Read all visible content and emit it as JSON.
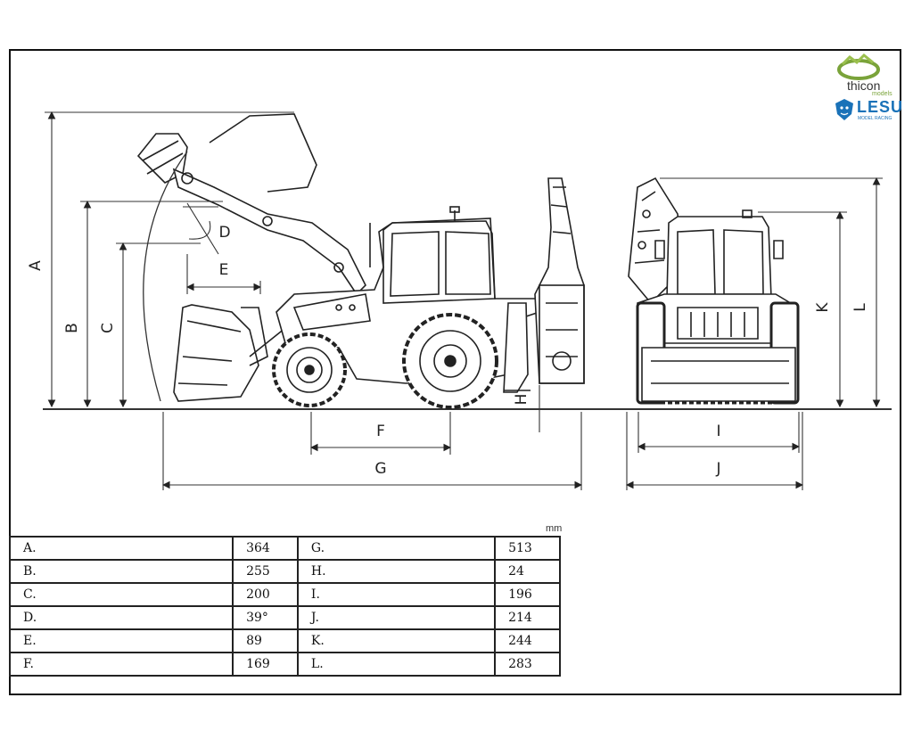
{
  "brand": {
    "thicon_name": "thicon",
    "thicon_sub": "models",
    "lesu_name": "LESU",
    "lesu_sub": "MODEL RACING",
    "lesu_color": "#1a72b8",
    "thicon_color": "#7aa33a"
  },
  "unit": "mm",
  "dimension_labels": {
    "A": "A",
    "B": "B",
    "C": "C",
    "D": "D",
    "E": "E",
    "F": "F",
    "G": "G",
    "H": "H",
    "I": "I",
    "J": "J",
    "K": "K",
    "L": "L"
  },
  "spec_rows": [
    {
      "left_label": "A.",
      "left_value": "364",
      "right_label": "G.",
      "right_value": "513"
    },
    {
      "left_label": "B.",
      "left_value": "255",
      "right_label": "H.",
      "right_value": "24"
    },
    {
      "left_label": "C.",
      "left_value": "200",
      "right_label": "I.",
      "right_value": "196"
    },
    {
      "left_label": "D.",
      "left_value": "39°",
      "right_label": "J.",
      "right_value": "214"
    },
    {
      "left_label": "E.",
      "left_value": "89",
      "right_label": "K.",
      "right_value": "244"
    },
    {
      "left_label": "F.",
      "left_value": "169",
      "right_label": "L.",
      "right_value": "283"
    }
  ]
}
